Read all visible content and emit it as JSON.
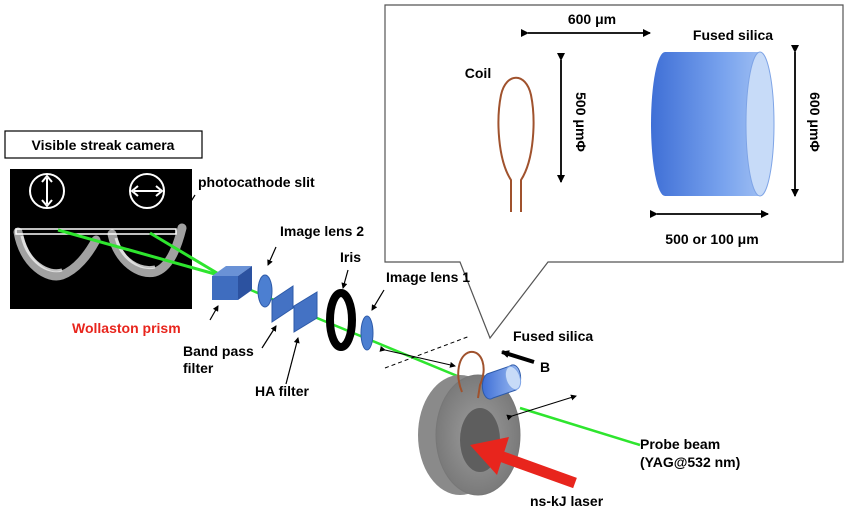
{
  "labels": {
    "streak_camera": "Visible streak camera",
    "photocathode_slit": "photocathode slit",
    "image_lens_2": "Image lens 2",
    "iris": "Iris",
    "image_lens_1": "Image lens 1",
    "wollaston_prism": "Wollaston prism",
    "band_pass_line1": "Band pass",
    "band_pass_line2": "filter",
    "ha_filter": "HA filter",
    "fused_silica_main": "Fused silica",
    "b_field": "B",
    "probe_beam_line1": "Probe beam",
    "probe_beam_line2": "(YAG@532 nm)",
    "laser": "ns-kJ laser"
  },
  "inset": {
    "coil": "Coil",
    "fused_silica": "Fused silica",
    "dim_top": "600 μm",
    "dim_coil": "500 μmΦ",
    "dim_cylinder_height": "600 μmΦ",
    "dim_cylinder_length": "500 or 100 μm"
  },
  "colors": {
    "probe_beam": "#2ee52e",
    "laser": "#e8251d",
    "optic_blue": "#4472c4",
    "coil": "#a0522d",
    "silica_blue": "#5b8de8",
    "target_gray": "#9a9a9a"
  }
}
